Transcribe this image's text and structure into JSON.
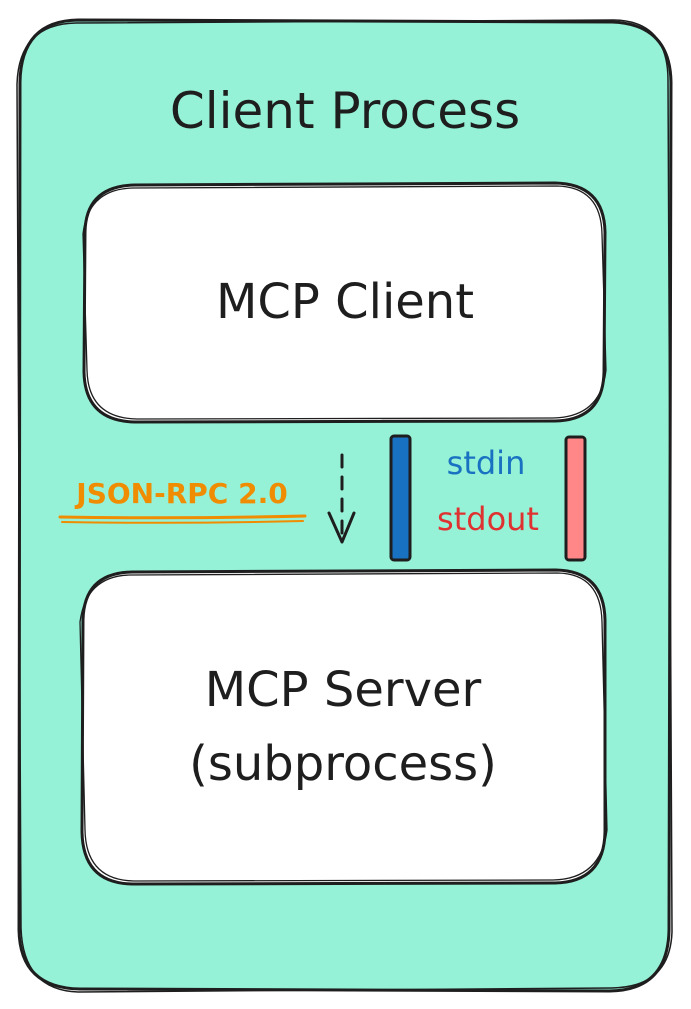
{
  "outer": {
    "title": "Client Process",
    "fill": "#96f2d7"
  },
  "client_box": {
    "label": "MCP Client"
  },
  "server_box": {
    "line1": "MCP Server",
    "line2": "(subprocess)"
  },
  "protocol": {
    "label": "JSON-RPC 2.0",
    "color": "#f08c00"
  },
  "streams": {
    "stdin": {
      "label": "stdin",
      "color": "#1971c2",
      "bar_color": "#1971c2"
    },
    "stdout": {
      "label": "stdout",
      "color": "#e03131",
      "bar_color": "#ff8787"
    }
  },
  "stroke_color": "#1e1e1e"
}
